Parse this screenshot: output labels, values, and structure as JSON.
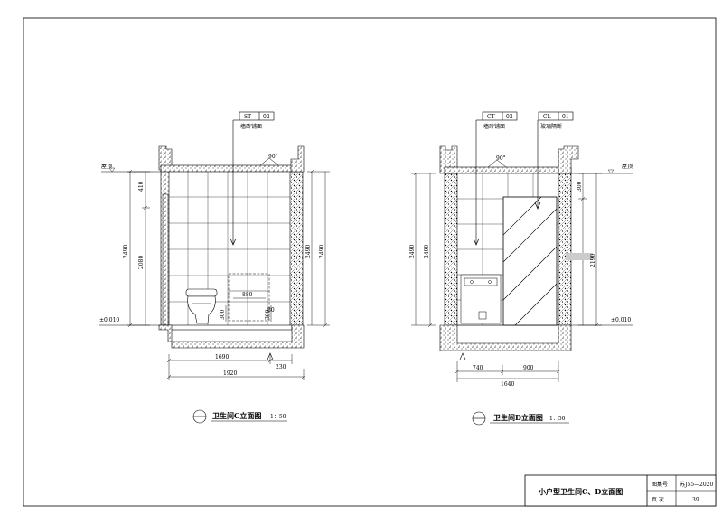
{
  "left": {
    "ceiling_label": "屋顶",
    "floor_label": "±0.010",
    "angle": "90°",
    "tag": {
      "code": "ST",
      "num": "02",
      "desc": "墙砖铺面"
    },
    "dims_left": [
      "410",
      "2490",
      "2080"
    ],
    "dims_right": [
      "2490",
      "2490"
    ],
    "dim_880": "880",
    "dim_300a": "300",
    "dim_300b": "300",
    "dim_80": "80",
    "dim_1690": "1690",
    "dim_230": "230",
    "dim_1920": "1920",
    "title": "卫生间C立面图",
    "scale": "1：50"
  },
  "right": {
    "ceiling_label": "屋顶",
    "floor_label": "±0.010",
    "angle": "90°",
    "tag1": {
      "code": "CT",
      "num": "02",
      "desc": "墙砖铺面"
    },
    "tag2": {
      "code": "CL",
      "num": "01",
      "desc": "玻璃隔断"
    },
    "dims_left": [
      "2490",
      "2490"
    ],
    "dims_right": [
      "300",
      "2190"
    ],
    "dim_740": "740",
    "dim_900": "900",
    "dim_1640": "1640",
    "title": "卫生间D立面图",
    "scale": "1：50"
  },
  "titleblock": {
    "drawing_name": "小户型卫生间C、D立面图",
    "atlas_label": "图集号",
    "atlas_value": "苏J55—2020",
    "page_label": "页 次",
    "page_value": "39"
  }
}
